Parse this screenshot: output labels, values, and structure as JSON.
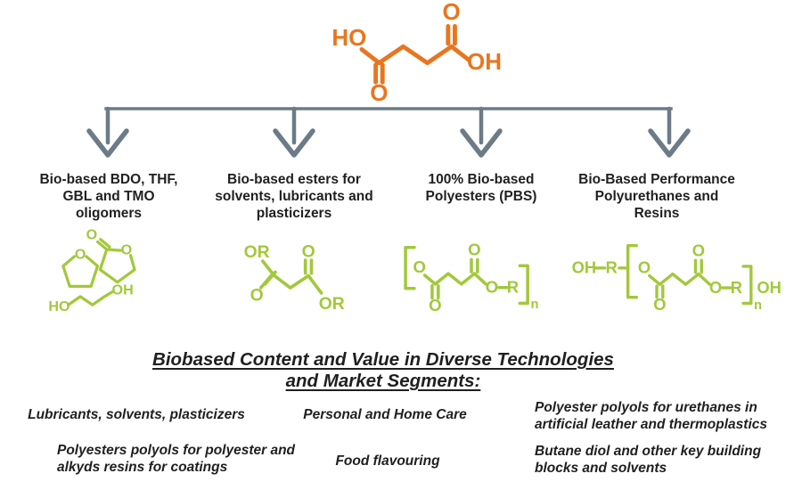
{
  "colors": {
    "orange": "#e8761f",
    "green": "#a2c83b",
    "arrow": "#6b7b87",
    "ink": "#1f1f1f",
    "background": "#ffffff"
  },
  "atoms": {
    "ho": "HO",
    "oh": "OH",
    "o": "O",
    "or": "OR",
    "r": "R",
    "n": "n"
  },
  "branches": [
    {
      "label": "Bio-based BDO, THF, GBL and TMO oligomers"
    },
    {
      "label": "Bio-based esters for solvents, lubricants and plasticizers"
    },
    {
      "label": "100% Bio-based Polyesters (PBS)"
    },
    {
      "label": "Bio-Based Performance Polyurethanes and Resins"
    }
  ],
  "heading": {
    "line1": "Biobased Content and Value in Diverse Technologies",
    "line2": "and Market Segments:"
  },
  "market_segments": [
    "Lubricants, solvents, plasticizers",
    "Personal and Home Care",
    "Polyester polyols for urethanes in artificial leather and thermoplastics",
    "Polyesters polyols for polyester and alkyds resins  for coatings",
    "Food flavouring",
    "Butane diol and other key building blocks and solvents"
  ]
}
